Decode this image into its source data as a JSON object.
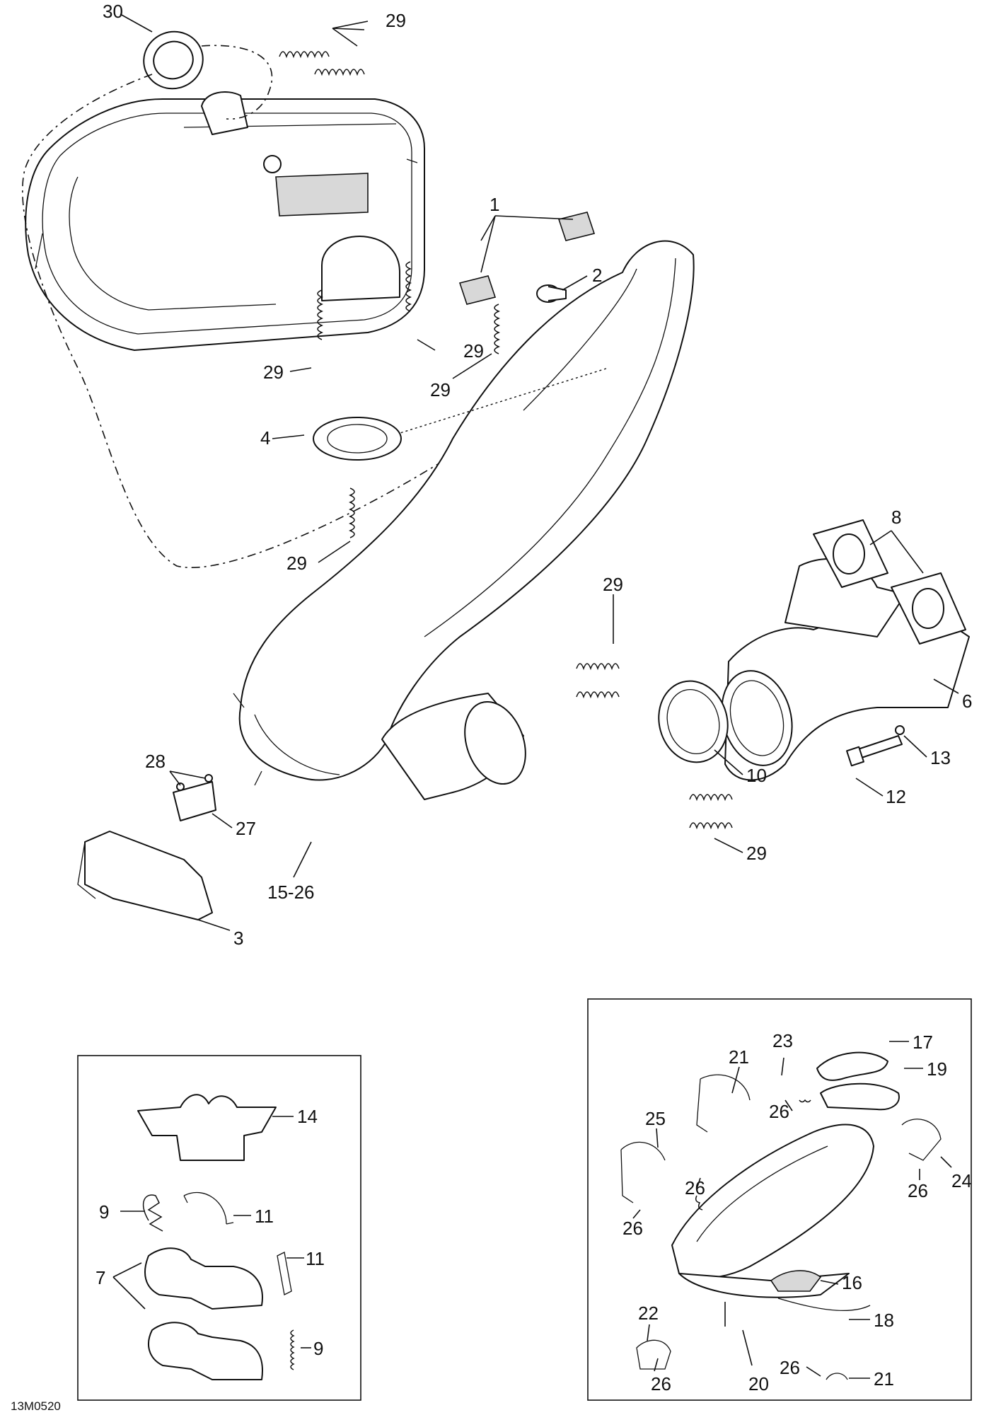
{
  "diagram_code": "13M0520",
  "callouts": {
    "c1": "1",
    "c2": "2",
    "c3": "3",
    "c4": "4",
    "c6": "6",
    "c8": "8",
    "c10": "10",
    "c12": "12",
    "c13": "13",
    "c15_26": "15-26",
    "c27": "27",
    "c28": "28",
    "c29a": "29",
    "c29b": "29",
    "c29c": "29",
    "c29d": "29",
    "c29e": "29",
    "c29f": "29",
    "c29g": "29",
    "c30": "30"
  },
  "inset_left": {
    "c14": "14",
    "c9a": "9",
    "c11a": "11",
    "c11b": "11",
    "c7": "7",
    "c9b": "9"
  },
  "inset_right": {
    "c23": "23",
    "c17": "17",
    "c19": "19",
    "c21a": "21",
    "c26a": "26",
    "c25": "25",
    "c26b": "26",
    "c26c": "26",
    "c24": "24",
    "c26d": "26",
    "c16": "16",
    "c22": "22",
    "c18": "18",
    "c26e": "26",
    "c20": "20",
    "c26f": "26",
    "c21b": "21"
  }
}
